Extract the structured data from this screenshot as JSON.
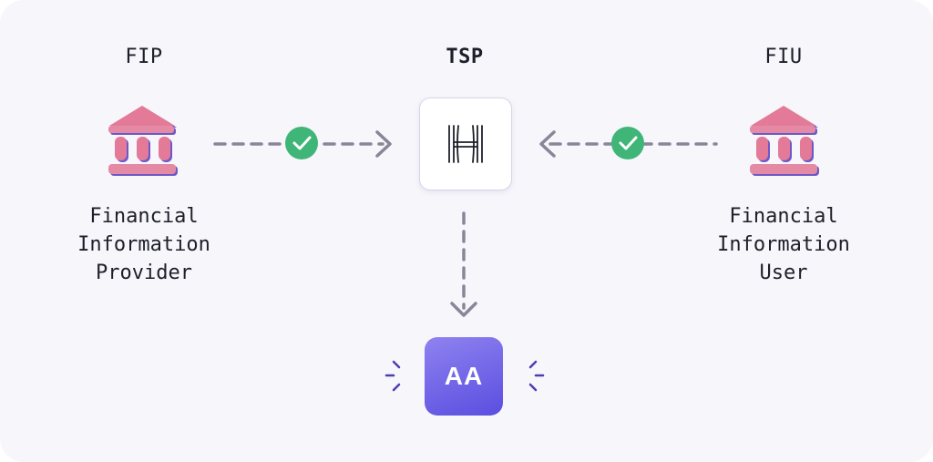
{
  "nodes": {
    "fip": {
      "title": "FIP",
      "description": [
        "Financial",
        "Information",
        "Provider"
      ],
      "icon": "bank-icon"
    },
    "tsp": {
      "title": "TSP",
      "icon": "h-logo-icon"
    },
    "fiu": {
      "title": "FIU",
      "description": [
        "Financial",
        "Information",
        "User"
      ],
      "icon": "bank-icon"
    },
    "aa": {
      "label": "AA"
    }
  },
  "connections": [
    {
      "from": "FIP",
      "to": "TSP",
      "status_icon": "check-circle-icon"
    },
    {
      "from": "FIU",
      "to": "TSP",
      "status_icon": "check-circle-icon"
    },
    {
      "from": "TSP",
      "to": "AA"
    }
  ],
  "colors": {
    "background": "#f7f6fb",
    "bank_pink": "#e27a98",
    "bank_shadow": "#6e58c8",
    "check_green": "#3fb578",
    "arrow_gray": "#8a8598",
    "aa_gradient_top": "#8f82f0",
    "aa_gradient_bottom": "#5a4ee0",
    "text": "#1f1f2b"
  }
}
